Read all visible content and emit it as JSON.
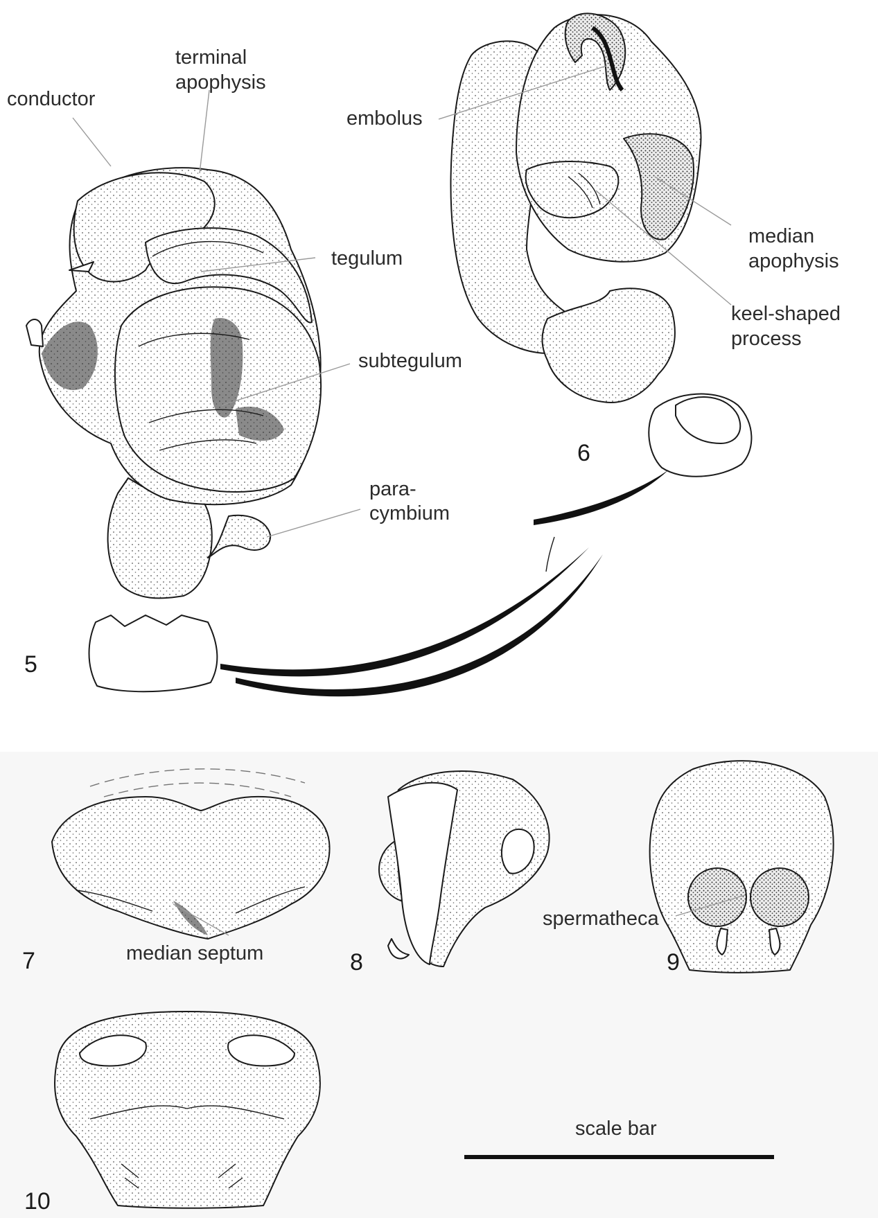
{
  "labels": {
    "conductor": "conductor",
    "terminal_apophysis_1": "terminal",
    "terminal_apophysis_2": "apophysis",
    "tegulum": "tegulum",
    "subtegulum": "subtegulum",
    "paracymbium_1": "para-",
    "paracymbium_2": "cymbium",
    "embolus": "embolus",
    "median_apophysis_1": "median",
    "median_apophysis_2": "apophysis",
    "keel_shaped_1": "keel-shaped",
    "keel_shaped_2": "process",
    "median_septum": "median septum",
    "spermatheca": "spermatheca",
    "scale_bar": "scale bar"
  },
  "figures": {
    "fig5": "5",
    "fig6": "6",
    "fig7": "7",
    "fig8": "8",
    "fig9": "9",
    "fig10": "10"
  },
  "colors": {
    "ink": "#1a1a1a",
    "leader": "#9a9a9a",
    "panel_bg": "#f7f7f7"
  }
}
